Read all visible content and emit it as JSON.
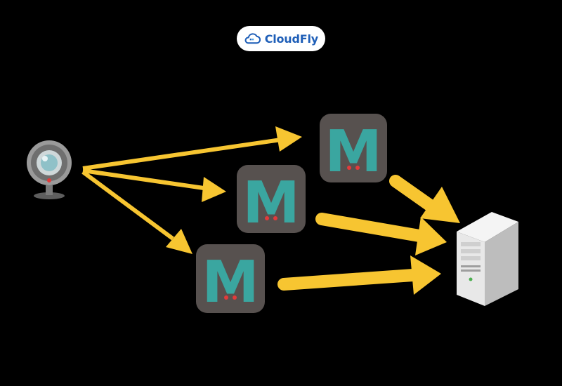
{
  "logo": {
    "text": "CloudFly",
    "color": "#1f5fb8",
    "icon": "cloud-icon"
  },
  "diagram": {
    "nodes": [
      {
        "id": "webcam",
        "icon": "webcam-icon"
      },
      {
        "id": "memcached-1",
        "icon": "memcached-icon",
        "glyph": "M"
      },
      {
        "id": "memcached-2",
        "icon": "memcached-icon",
        "glyph": "M"
      },
      {
        "id": "memcached-3",
        "icon": "memcached-icon",
        "glyph": "M"
      },
      {
        "id": "server",
        "icon": "server-tower-icon"
      }
    ],
    "edges": [
      {
        "from": "webcam",
        "to": "memcached-1"
      },
      {
        "from": "webcam",
        "to": "memcached-2"
      },
      {
        "from": "webcam",
        "to": "memcached-3"
      },
      {
        "from": "memcached-1",
        "to": "server"
      },
      {
        "from": "memcached-2",
        "to": "server"
      },
      {
        "from": "memcached-3",
        "to": "server"
      }
    ],
    "colors": {
      "arrow": "#f7c531",
      "tile_bg": "#57514f",
      "tile_glyph": "#3aa6a0",
      "tile_eyes": "#e23b3b",
      "background": "#000000"
    }
  }
}
